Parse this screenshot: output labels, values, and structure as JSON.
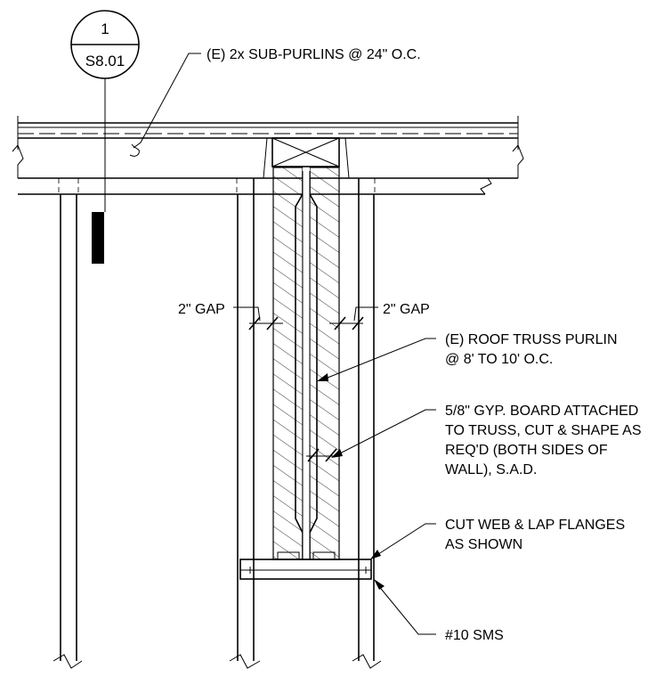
{
  "section_tag": {
    "number": "1",
    "sheet": "S8.01"
  },
  "notes": {
    "sub_purlins": "(E) 2x SUB-PURLINS @ 24\" O.C.",
    "gap_left": "2\" GAP",
    "gap_right": "2\" GAP",
    "truss_purlin_1": "(E) ROOF TRUSS PURLIN",
    "truss_purlin_2": "@ 8' TO 10' O.C.",
    "gyp_1": "5/8\" GYP. BOARD ATTACHED",
    "gyp_2": "TO TRUSS, CUT & SHAPE AS",
    "gyp_3": "REQ'D (BOTH SIDES OF",
    "gyp_4": "WALL), S.A.D.",
    "cut_web_1": "CUT WEB & LAP FLANGES",
    "cut_web_2": "AS SHOWN",
    "sms": "#10 SMS"
  }
}
